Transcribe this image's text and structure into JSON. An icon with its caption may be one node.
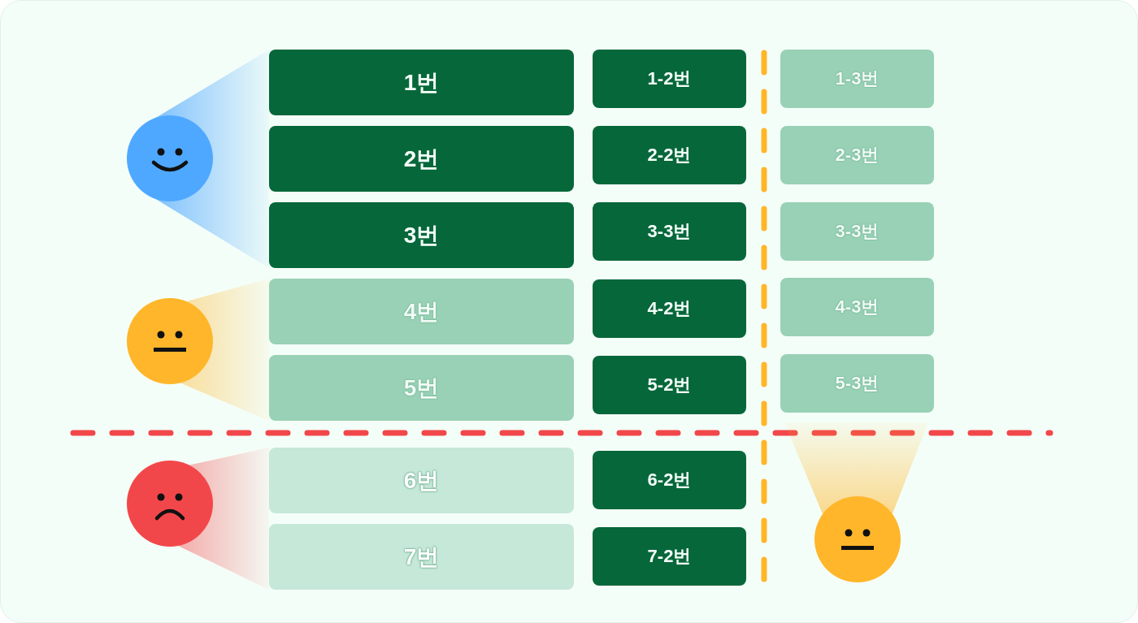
{
  "diagram": {
    "nodes": [
      {
        "text": [
          "1번"
        ]
      },
      {
        "text": [
          "1-2번"
        ]
      },
      {
        "text": [
          "1-3번"
        ]
      },
      {
        "text": [
          "2번"
        ]
      },
      {
        "text": [
          "2-2번"
        ]
      },
      {
        "text": [
          "2-3번"
        ]
      },
      {
        "text": [
          "3번"
        ]
      },
      {
        "text": [
          "3-3번"
        ]
      },
      {
        "text": [
          "3-3번"
        ]
      },
      {
        "text": [
          "4번"
        ]
      },
      {
        "text": [
          "4-2번"
        ]
      },
      {
        "text": [
          "4-3번"
        ]
      },
      {
        "text": [
          "5번"
        ]
      },
      {
        "text": [
          "5-2번"
        ]
      },
      {
        "text": [
          "5-3번"
        ]
      },
      {
        "text": [
          "6번"
        ]
      },
      {
        "text": [
          "6-2번"
        ]
      },
      {
        "text": [
          "7번"
        ]
      },
      {
        "text": [
          "7-2번"
        ]
      }
    ]
  }
}
